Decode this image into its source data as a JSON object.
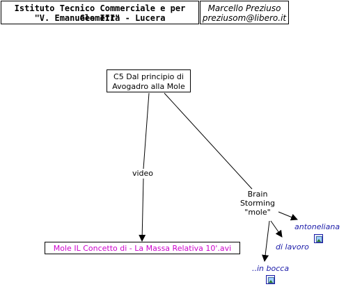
{
  "header": {
    "school_line1": "Istituto Tecnico Commerciale e per Geometra",
    "school_line2": "\"V. Emanuele III\" - Lucera",
    "author_name": "Marcello Preziuso",
    "author_email": "preziusom@libero.it"
  },
  "concept_map": {
    "topic_line1": "C5 Dal principio di",
    "topic_line2": "Avogadro alla Mole",
    "edge_video_label": "video",
    "video_file": "Mole IL Concetto di - La Massa Relativa 10'.avi",
    "edge_brainstorm_label": [
      "Brain",
      "Storming",
      "\"mole\""
    ],
    "links": [
      {
        "text": "antoneliana",
        "icon": "image-icon"
      },
      {
        "text": "di lavoro",
        "icon": null
      },
      {
        "text": "..in bocca",
        "icon": "image-icon"
      }
    ]
  },
  "colors": {
    "video_file_text": "#cc00cc",
    "link_text": "#1a1aa8",
    "lines": "#000000"
  }
}
